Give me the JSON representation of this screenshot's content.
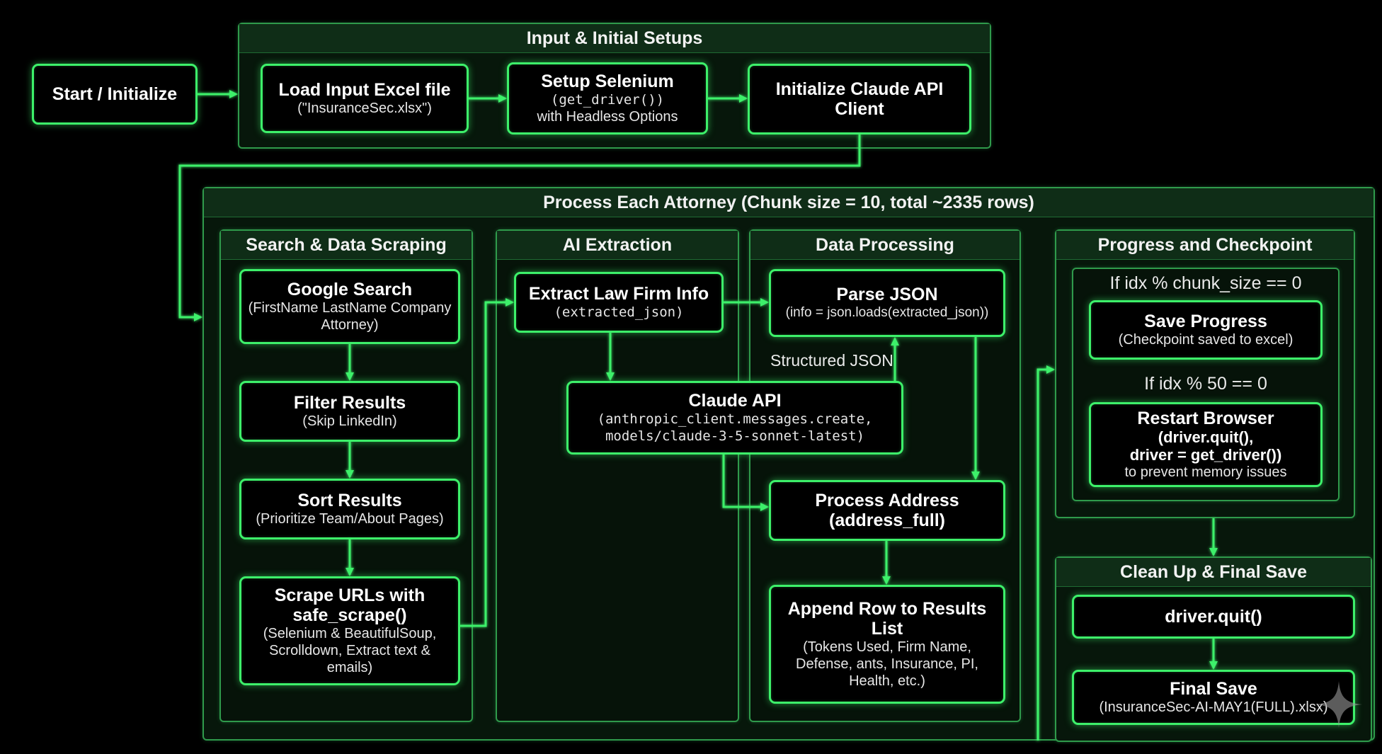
{
  "colors": {
    "accent": "#3df06a",
    "background": "#000000",
    "group_border": "#2f9a4b"
  },
  "start": {
    "title": "Start / Initialize"
  },
  "input_setup": {
    "header": "Input & Initial Setups",
    "load_excel": {
      "title": "Load Input Excel file",
      "detail": "(\"InsuranceSec.xlsx\")"
    },
    "setup_selenium": {
      "title": "Setup Selenium",
      "detail": "(get_driver())",
      "detail2": "with Headless Options"
    },
    "init_claude": {
      "title": "Initialize Claude API Client"
    }
  },
  "process": {
    "header": "Process Each Attorney (Chunk size = 10, total ~2335 rows)",
    "search": {
      "header": "Search & Data Scraping",
      "google": {
        "title": "Google Search",
        "detail": "(FirstName LastName Company Attorney)"
      },
      "filter": {
        "title": "Filter Results",
        "detail": "(Skip LinkedIn)"
      },
      "sort": {
        "title": "Sort Results",
        "detail": "(Prioritize Team/About Pages)"
      },
      "scrape": {
        "title": "Scrape URLs with safe_scrape()",
        "detail": "(Selenium & BeautifulSoup, Scrolldown, Extract text & emails)"
      }
    },
    "ai": {
      "header": "AI Extraction",
      "extract": {
        "title": "Extract Law Firm Info",
        "detail": "(extracted_json)"
      },
      "claude": {
        "title": "Claude API",
        "detail": "(anthropic_client.messages.create,",
        "detail2": "models/claude-3-5-sonnet-latest)"
      }
    },
    "data": {
      "header": "Data Processing",
      "parse": {
        "title": "Parse JSON",
        "detail": "(info = json.loads(extracted_json))"
      },
      "structured_label": "Structured JSON",
      "address": {
        "title": "Process Address",
        "title2": "(address_full)"
      },
      "append": {
        "title": "Append Row to Results List",
        "detail": "(Tokens Used, Firm Name, Defense, ants, Insurance, PI, Health, etc.)"
      }
    }
  },
  "progress": {
    "header": "Progress and Checkpoint",
    "cond1": "If idx % chunk_size == 0",
    "save": {
      "title": "Save Progress",
      "detail": "(Checkpoint saved to excel)"
    },
    "cond2": "If idx % 50 == 0",
    "restart": {
      "title": "Restart Browser",
      "title2": "(driver.quit(),",
      "title3": "driver = get_driver())",
      "detail": "to prevent memory issues"
    }
  },
  "cleanup": {
    "header": "Clean Up & Final Save",
    "quit": {
      "title": "driver.quit()"
    },
    "final": {
      "title": "Final Save",
      "detail": "(InsuranceSec-AI-MAY1(FULL).xlsx)"
    }
  }
}
